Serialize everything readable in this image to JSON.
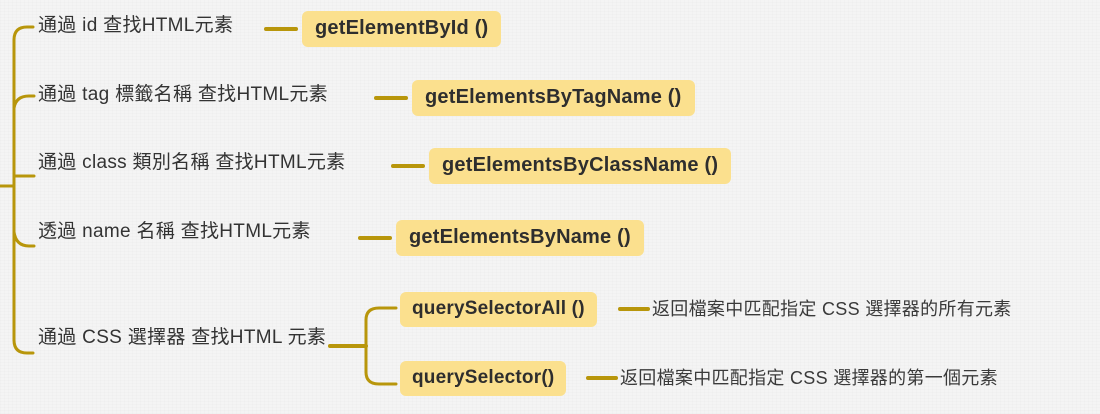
{
  "diagram": {
    "type": "mind-map",
    "title": "",
    "colors": {
      "background": "#f4f4f4",
      "branch": "#b8960b",
      "chip_background": "#fbe08e",
      "text": "#333333",
      "chip_text": "#2e2e2e"
    },
    "root_branches": [
      {
        "id": "by-id",
        "label": "通過 id 查找HTML元素",
        "method": "getElementById ()"
      },
      {
        "id": "by-tag",
        "label": "通過 tag 標籤名稱 查找HTML元素",
        "method": "getElementsByTagName ()"
      },
      {
        "id": "by-class",
        "label": "通過 class 類別名稱 查找HTML元素",
        "method": "getElementsByClassName ()"
      },
      {
        "id": "by-name",
        "label": "透過 name 名稱 查找HTML元素",
        "method": "getElementsByName ()"
      },
      {
        "id": "by-css",
        "label": "通過 CSS 選擇器 查找HTML 元素",
        "children": [
          {
            "id": "query-selector-all",
            "method": "querySelectorAll ()",
            "description": "返回檔案中匹配指定 CSS 選擇器的所有元素"
          },
          {
            "id": "query-selector",
            "method": "querySelector()",
            "description": "返回檔案中匹配指定 CSS 選擇器的第一個元素"
          }
        ]
      }
    ]
  }
}
